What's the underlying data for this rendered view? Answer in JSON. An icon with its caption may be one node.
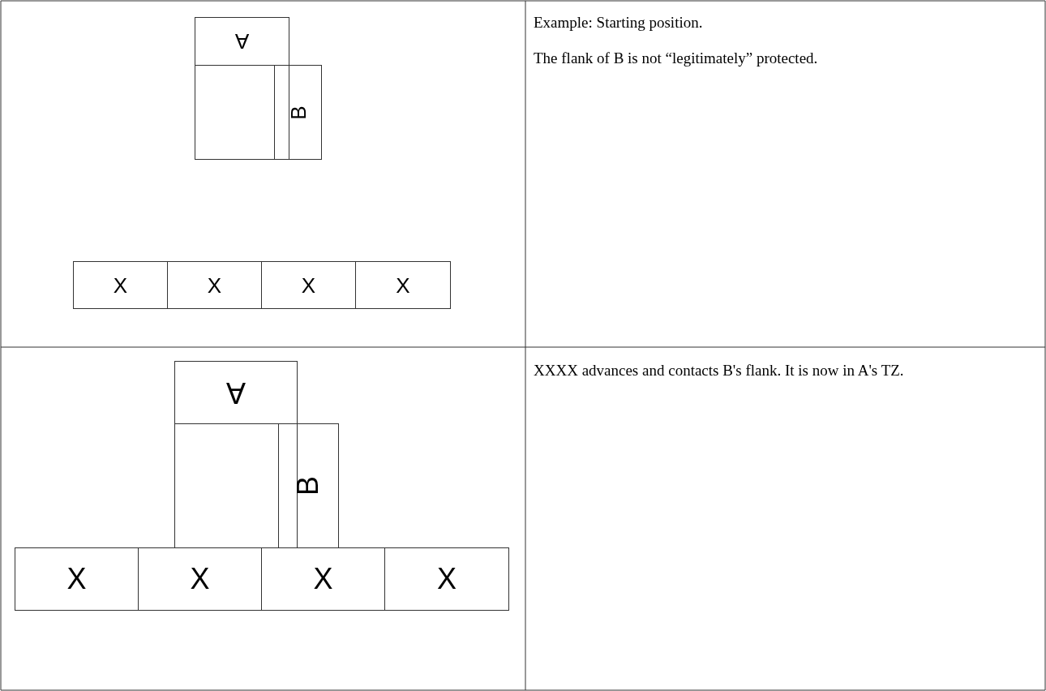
{
  "diagram": {
    "nodes": [
      {
        "text": [
          "A"
        ]
      },
      {
        "text": [],
        "shape": "box"
      },
      {
        "text": [
          "B"
        ]
      },
      {
        "text": [
          "X"
        ]
      },
      {
        "text": [
          "X"
        ]
      },
      {
        "text": [
          "X"
        ]
      },
      {
        "text": [
          "X"
        ]
      },
      {
        "text": [
          "A"
        ]
      },
      {
        "text": [],
        "shape": "box"
      },
      {
        "text": [
          "B"
        ]
      },
      {
        "text": [
          "X"
        ]
      },
      {
        "text": [
          "X"
        ]
      },
      {
        "text": [
          "X"
        ]
      },
      {
        "text": [
          "X"
        ]
      }
    ],
    "edges": [],
    "labels": [
      "Example: Starting position.",
      "The flank of B is not “legitimately” protected.",
      "XXXX advances and contacts B's flank. It is now in A's TZ."
    ]
  }
}
